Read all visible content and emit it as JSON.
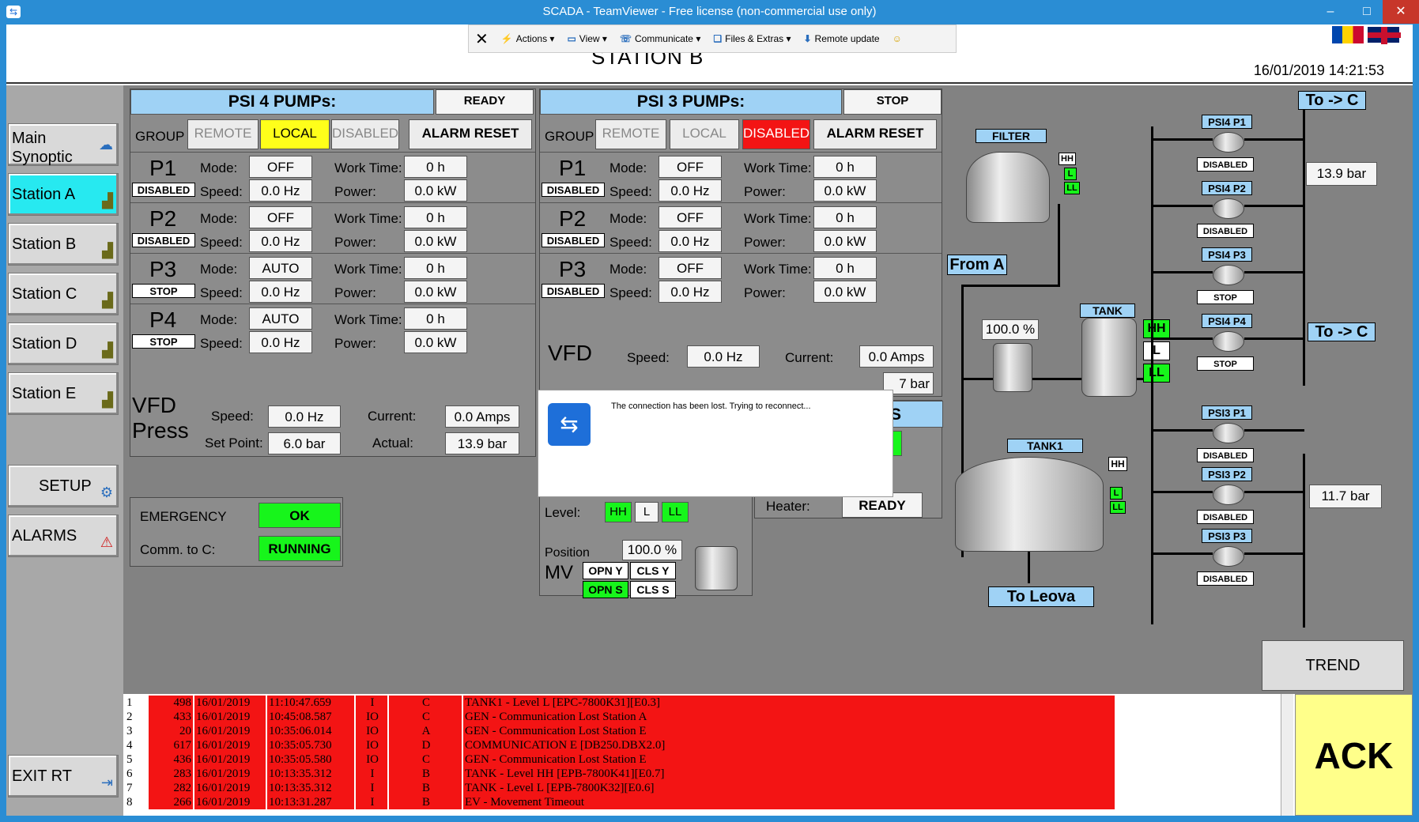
{
  "window": {
    "title": "SCADA - TeamViewer - Free license (non-commercial use only)",
    "controls": [
      "–",
      "□",
      "✕"
    ]
  },
  "teamviewer": {
    "actions": "Actions",
    "view": "View",
    "communicate": "Communicate",
    "files": "Files & Extras",
    "remote_update": "Remote update"
  },
  "header": {
    "station_title": "STATION B",
    "datetime": "16/01/2019 14:21:53"
  },
  "nav": {
    "main": "Main Synoptic",
    "station_a": "Station A",
    "station_b": "Station B",
    "station_c": "Station C",
    "station_d": "Station D",
    "station_e": "Station E",
    "setup": "SETUP",
    "alarms": "ALARMS",
    "exit": "EXIT RT"
  },
  "psi4": {
    "title": "PSI 4 PUMPs:",
    "state": "READY",
    "group": "GROUP",
    "remote": "REMOTE",
    "local": "LOCAL",
    "disabled": "DISABLED",
    "alarm_reset": "ALARM RESET",
    "pumps": [
      {
        "name": "P1",
        "status": "DISABLED",
        "mode": "OFF",
        "speed": "0.0 Hz",
        "work": "0 h",
        "power": "0.0 kW"
      },
      {
        "name": "P2",
        "status": "DISABLED",
        "mode": "OFF",
        "speed": "0.0 Hz",
        "work": "0 h",
        "power": "0.0 kW"
      },
      {
        "name": "P3",
        "status": "STOP",
        "mode": "AUTO",
        "speed": "0.0 Hz",
        "work": "0 h",
        "power": "0.0 kW"
      },
      {
        "name": "P4",
        "status": "STOP",
        "mode": "AUTO",
        "speed": "0.0 Hz",
        "work": "0 h",
        "power": "0.0 kW"
      }
    ],
    "vfd": {
      "l1": "VFD",
      "l2": "Press",
      "speed_label": "Speed:",
      "speed": "0.0 Hz",
      "current_label": "Current:",
      "current": "0.0 Amps",
      "setpoint_label": "Set Point:",
      "setpoint": "6.0 bar",
      "actual_label": "Actual:",
      "actual": "13.9 bar"
    }
  },
  "labels": {
    "mode": "Mode:",
    "speed": "Speed:",
    "work": "Work Time:",
    "power": "Power:",
    "current": "Current:",
    "level": "Level:",
    "heater": "Heater:",
    "position": "Position"
  },
  "status": {
    "emergency_label": "EMERGENCY",
    "emergency": "OK",
    "comm_label": "Comm. to C:",
    "comm": "RUNNING"
  },
  "psi3": {
    "title": "PSI 3 PUMPs:",
    "state": "STOP",
    "group": "GROUP",
    "remote": "REMOTE",
    "local": "LOCAL",
    "disabled": "DISABLED",
    "alarm_reset": "ALARM RESET",
    "pumps": [
      {
        "name": "P1",
        "status": "DISABLED",
        "mode": "OFF",
        "speed": "0.0 Hz",
        "work": "0 h",
        "power": "0.0 kW"
      },
      {
        "name": "P2",
        "status": "DISABLED",
        "mode": "OFF",
        "speed": "0.0 Hz",
        "work": "0 h",
        "power": "0.0 kW"
      },
      {
        "name": "P3",
        "status": "DISABLED",
        "mode": "OFF",
        "speed": "0.0 Hz",
        "work": "0 h",
        "power": "0.0 kW"
      }
    ],
    "vfd": {
      "label": "VFD",
      "speed": "0.0 Hz",
      "current": "0.0 Amps",
      "partial": "7 bar"
    },
    "level": {
      "hh": "HH",
      "l": "L",
      "ll": "LL"
    },
    "heater": "READY",
    "partial_hdr": "ES",
    "mv": {
      "label": "MV",
      "position": "100.0 %",
      "opn_y": "OPN Y",
      "cls_y": "CLS Y",
      "opn_s": "OPN S",
      "cls_s": "CLS S"
    }
  },
  "synoptic": {
    "filter": "FILTER",
    "from_a": "From A",
    "tank": "TANK",
    "tank1": "TANK1",
    "to_leova": "To Leova",
    "valve_pct": "100.0 %",
    "hh": "HH",
    "l": "L",
    "ll": "LL",
    "to_c_1": "To -> C",
    "to_c_2": "To -> C",
    "bar1": "13.9 bar",
    "bar2": "11.7 bar",
    "psi4_pumps": [
      {
        "name": "PSI4 P1",
        "status": "DISABLED"
      },
      {
        "name": "PSI4 P2",
        "status": "DISABLED"
      },
      {
        "name": "PSI4 P3",
        "status": "STOP"
      },
      {
        "name": "PSI4 P4",
        "status": "STOP"
      }
    ],
    "psi3_pumps": [
      {
        "name": "PSI3 P1",
        "status": "DISABLED"
      },
      {
        "name": "PSI3 P2",
        "status": "DISABLED"
      },
      {
        "name": "PSI3 P3",
        "status": "DISABLED"
      }
    ],
    "trend": "TREND"
  },
  "popup": {
    "message": "The connection has been lost. Trying to reconnect..."
  },
  "alarms": [
    [
      "1",
      "498",
      "16/01/2019",
      "11:10:47.659",
      "I",
      "C",
      "TANK1 - Level L [EPC-7800K31][E0.3]"
    ],
    [
      "2",
      "433",
      "16/01/2019",
      "10:45:08.587",
      "IO",
      "C",
      "GEN - Communication Lost Station A"
    ],
    [
      "3",
      "20",
      "16/01/2019",
      "10:35:06.014",
      "IO",
      "A",
      "GEN - Communication Lost Station E"
    ],
    [
      "4",
      "617",
      "16/01/2019",
      "10:35:05.730",
      "IO",
      "D",
      "COMMUNICATION E  [DB250.DBX2.0]"
    ],
    [
      "5",
      "436",
      "16/01/2019",
      "10:35:05.580",
      "IO",
      "C",
      "GEN - Communication Lost Station E"
    ],
    [
      "6",
      "283",
      "16/01/2019",
      "10:13:35.312",
      "I",
      "B",
      "TANK - Level HH [EPB-7800K41][E0.7]"
    ],
    [
      "7",
      "282",
      "16/01/2019",
      "10:13:35.312",
      "I",
      "B",
      "TANK - Level L [EPB-7800K32][E0.6]"
    ],
    [
      "8",
      "266",
      "16/01/2019",
      "10:13:31.287",
      "I",
      "B",
      "EV - Movement Timeout"
    ]
  ],
  "ack": "ACK",
  "colors": {
    "active_nav": "#27e9f0",
    "header_blue": "#9fd2f5",
    "alarm_red": "#f31414",
    "ok_green": "#17f51b",
    "local_yellow": "#ffff1a"
  }
}
